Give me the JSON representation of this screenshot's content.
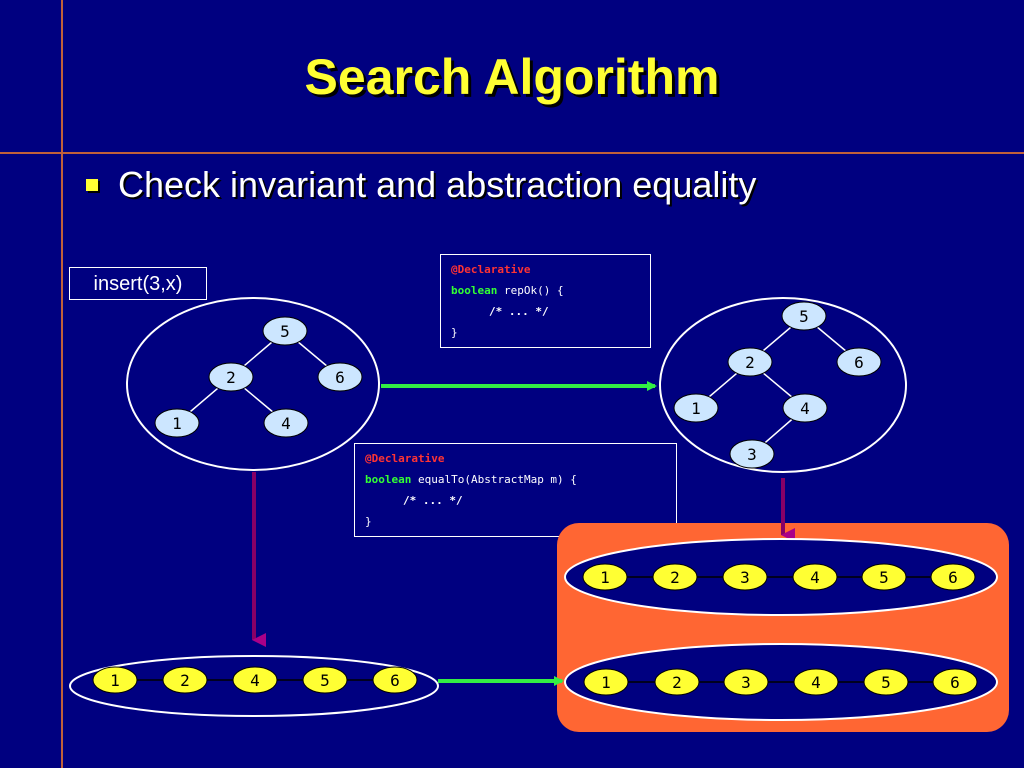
{
  "title": "Search Algorithm",
  "bullet": "Check invariant and abstraction equality",
  "insert_label": "insert(3,x)",
  "rep_ok": {
    "annotation": "@Declarative",
    "keyword": "boolean",
    "signature": " repOk() {",
    "comment": "/* ... */",
    "close": "}"
  },
  "equal_to": {
    "annotation": "@Declarative",
    "keyword": "boolean",
    "signature": " equalTo(AbstractMap m) {",
    "comment": "/* ... */",
    "close": "}"
  },
  "tree_before": {
    "nodes": [
      "5",
      "2",
      "6",
      "1",
      "4"
    ]
  },
  "tree_after": {
    "nodes": [
      "5",
      "2",
      "6",
      "1",
      "4",
      "3"
    ]
  },
  "list_before": [
    "1",
    "2",
    "4",
    "5",
    "6"
  ],
  "list_expected": [
    "1",
    "2",
    "3",
    "4",
    "5",
    "6"
  ],
  "list_after": [
    "1",
    "2",
    "3",
    "4",
    "5",
    "6"
  ],
  "colors": {
    "background": "#000080",
    "title": "#ffff33",
    "node_tree": "#cce6ff",
    "node_list": "#ffff33",
    "arrow_green": "#33ee44",
    "arrow_purple": "#880066",
    "highlight": "#ff6633"
  }
}
